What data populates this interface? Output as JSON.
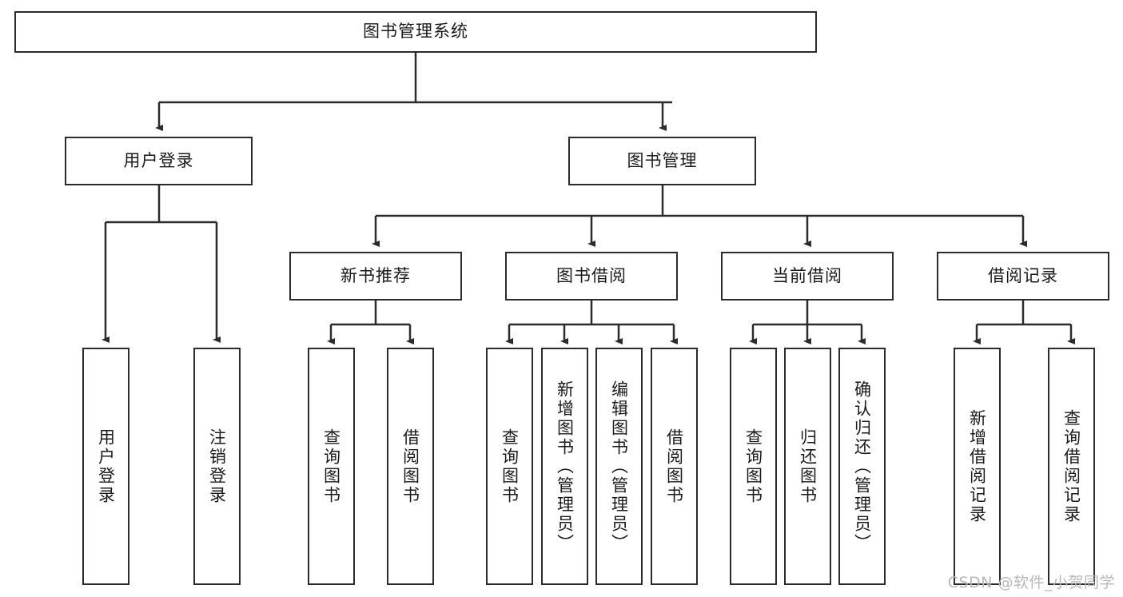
{
  "diagram": {
    "title": "图书管理系统",
    "watermark": "CSDN @软件_小贺同学",
    "root": {
      "label": "图书管理系统"
    },
    "level2": [
      {
        "label": "用户登录"
      },
      {
        "label": "图书管理"
      }
    ],
    "level3": [
      {
        "label": "新书推荐"
      },
      {
        "label": "图书借阅"
      },
      {
        "label": "当前借阅"
      },
      {
        "label": "借阅记录"
      }
    ],
    "leaves": {
      "user_login": [
        {
          "label": "用户登录"
        },
        {
          "label": "注销登录"
        }
      ],
      "new_book_recommend": [
        {
          "label": "查询图书"
        },
        {
          "label": "借阅图书"
        }
      ],
      "book_borrow": [
        {
          "label": "查询图书"
        },
        {
          "label": "新增图书（管理员）"
        },
        {
          "label": "编辑图书（管理员）"
        },
        {
          "label": "借阅图书"
        }
      ],
      "current_borrow": [
        {
          "label": "查询图书"
        },
        {
          "label": "归还图书"
        },
        {
          "label": "确认归还（管理员）"
        }
      ],
      "borrow_record": [
        {
          "label": "新增借阅记录"
        },
        {
          "label": "查询借阅记录"
        }
      ]
    }
  },
  "colors": {
    "stroke": "#2b2b2b",
    "background": "#ffffff",
    "text": "#1a1a1a",
    "watermark": "#b8b8b8"
  }
}
